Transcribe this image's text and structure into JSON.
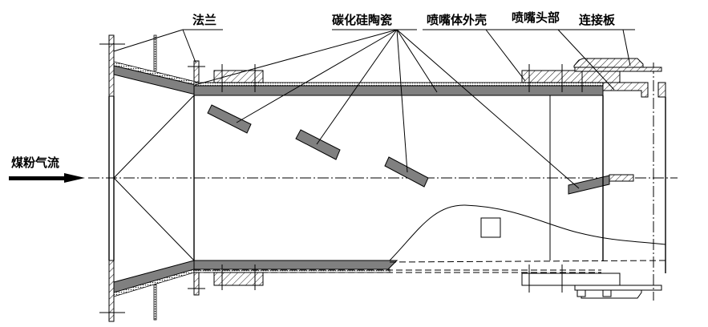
{
  "drawing": {
    "title": "Pulverized coal burner nozzle cross-section",
    "labels": {
      "flange": "法兰",
      "sic_ceramic": "碳化硅陶瓷",
      "nozzle_shell": "喷嘴体外壳",
      "nozzle_head": "喷嘴头部",
      "connecting_plate": "连接板",
      "coal_airflow": "煤粉气流"
    },
    "colors": {
      "ceramic": "#808080",
      "line": "#000000",
      "background": "#ffffff"
    }
  }
}
